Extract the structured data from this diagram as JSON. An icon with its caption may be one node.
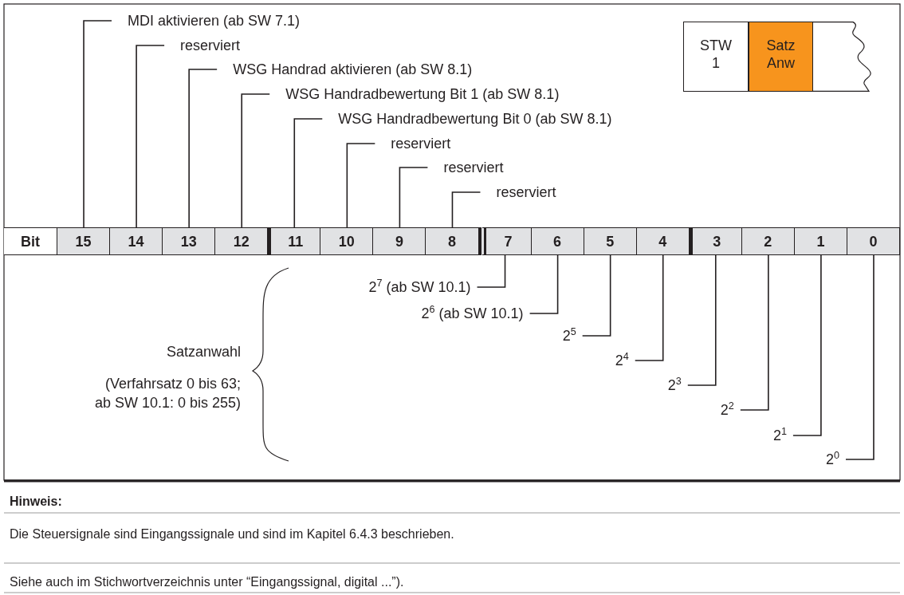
{
  "diagram": {
    "nodes": [
      {
        "text": [
          "MDI aktivieren (ab SW 7.1)"
        ]
      },
      {
        "text": [
          "reserviert"
        ]
      },
      {
        "text": [
          "WSG Handrad aktivieren (ab SW 8.1)"
        ]
      },
      {
        "text": [
          "WSG Handradbewertung Bit 1 (ab SW 8.1)"
        ]
      },
      {
        "text": [
          "WSG Handradbewertung Bit 0 (ab SW 8.1)"
        ]
      },
      {
        "text": [
          "reserviert"
        ]
      },
      {
        "text": [
          "reserviert"
        ]
      },
      {
        "text": [
          "reserviert"
        ]
      },
      {
        "text": [
          "STW 1"
        ]
      },
      {
        "text": [
          "Satz Anw"
        ]
      },
      {
        "text": [],
        "shape": "box"
      },
      {
        "text": [
          "Bit"
        ]
      },
      {
        "text": [
          "15"
        ]
      },
      {
        "text": [
          "14"
        ]
      },
      {
        "text": [
          "13"
        ]
      },
      {
        "text": [
          "12"
        ]
      },
      {
        "text": [
          "11"
        ]
      },
      {
        "text": [
          "10"
        ]
      },
      {
        "text": [
          "9"
        ]
      },
      {
        "text": [
          "8"
        ]
      },
      {
        "text": [
          "7"
        ]
      },
      {
        "text": [
          "6"
        ]
      },
      {
        "text": [
          "5"
        ]
      },
      {
        "text": [
          "4"
        ]
      },
      {
        "text": [
          "3"
        ]
      },
      {
        "text": [
          "2"
        ]
      },
      {
        "text": [
          "1"
        ]
      },
      {
        "text": [
          "0"
        ]
      },
      {
        "text": [
          "2$^{7}$ (ab SW 10.1)"
        ]
      },
      {
        "text": [
          "2$^{6}$ (ab SW 10.1)"
        ]
      },
      {
        "text": [
          "2$^{5}$"
        ]
      },
      {
        "text": [
          "2$^{4}$"
        ]
      },
      {
        "text": [
          "2$^{3}$"
        ]
      },
      {
        "text": [
          "2$^{2}$"
        ]
      },
      {
        "text": [
          "2$^{1}$"
        ]
      },
      {
        "text": [
          "2$^{0}$"
        ]
      }
    ],
    "edges": [
      {
        "from": 0,
        "to": 12,
        "arrow": "none"
      },
      {
        "from": 1,
        "to": 13,
        "arrow": "none"
      },
      {
        "from": 2,
        "to": 14,
        "arrow": "none"
      },
      {
        "from": 3,
        "to": 15,
        "arrow": "none"
      },
      {
        "from": 4,
        "to": 16,
        "arrow": "none"
      },
      {
        "from": 5,
        "to": 17,
        "arrow": "none"
      },
      {
        "from": 6,
        "to": 18,
        "arrow": "none"
      },
      {
        "from": 7,
        "to": 19,
        "arrow": "none"
      },
      {
        "from": 28,
        "to": 20,
        "arrow": "none"
      },
      {
        "from": 29,
        "to": 21,
        "arrow": "none"
      },
      {
        "from": 30,
        "to": 22,
        "arrow": "none"
      },
      {
        "from": 31,
        "to": 23,
        "arrow": "none"
      },
      {
        "from": 32,
        "to": 24,
        "arrow": "none"
      },
      {
        "from": 33,
        "to": 25,
        "arrow": "none"
      },
      {
        "from": 34,
        "to": 26,
        "arrow": "none"
      },
      {
        "from": 35,
        "to": 27,
        "arrow": "none"
      }
    ],
    "labels": [
      "Satzanwahl",
      "(Verfahrsatz 0 bis 63; ab SW 10.1: 0 bis 255)",
      "Hinweis:",
      "Die Steuersignale sind Eingangssignale und sind im Kapitel 6.4.3 beschrieben.",
      "Siehe auch im Stichwortverzeichnis unter “Eingangssignal, digital ...”)."
    ]
  }
}
